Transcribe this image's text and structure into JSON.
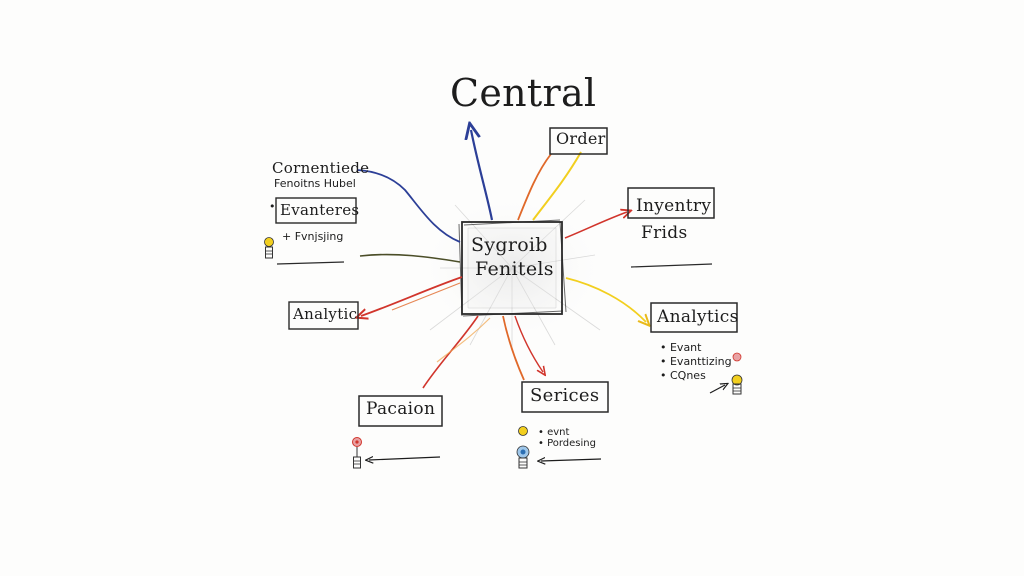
{
  "diagram": {
    "title": "Central",
    "hub": {
      "line1": "Sygroib",
      "line2": "Fenitels"
    },
    "nodes": {
      "order": {
        "label": "Order"
      },
      "inventory": {
        "line1": "Inyentry",
        "line2": "Frids"
      },
      "analytics_right": {
        "label": "Analytics",
        "bullets": [
          "• Evant",
          "• Evanttizing",
          "• CQnes"
        ]
      },
      "services": {
        "label": "Serices",
        "bullets": [
          "• evnt",
          "• Pordesing"
        ]
      },
      "payment": {
        "label": "Pacaion"
      },
      "analytic_left": {
        "label": "Analytic"
      },
      "top_left": {
        "line1": "Cornentiede",
        "line2": "Fenoitns Hubel"
      },
      "eventers": {
        "bullet": "•",
        "label": "Evanteres",
        "sub": "+ Fvnjsjing"
      }
    },
    "icons": [
      "lightbulb-icon",
      "lightbulb-icon",
      "lightbulb-icon",
      "lightbulb-icon"
    ],
    "colors": {
      "ink": "#1d1d1d",
      "blue": "#2c3f97",
      "orange": "#e0692a",
      "yellow": "#f2cf1f",
      "red": "#d1352c",
      "olive": "#4b4e28",
      "pink": "#e8a2a4"
    }
  }
}
